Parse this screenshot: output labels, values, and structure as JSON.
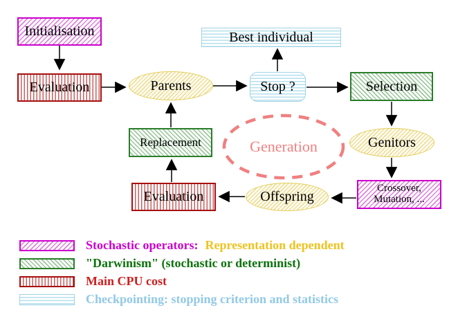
{
  "nodes": {
    "initialisation": "Initialisation",
    "evaluation_top": "Evaluation",
    "parents": "Parents",
    "best_individual": "Best individual",
    "stop": "Stop ?",
    "selection": "Selection",
    "replacement": "Replacement",
    "generation": "Generation",
    "genitors": "Genitors",
    "crossover_line1": "Crossover,",
    "crossover_line2": "Mutation, ...",
    "offspring": "Offspring",
    "evaluation_bottom": "Evaluation"
  },
  "legend": {
    "stochastic_label": "Stochastic operators:",
    "stochastic_detail": "Representation dependent",
    "darwinism_label": "\"Darwinism\" (stochastic or determinist)",
    "cpu_label": "Main CPU cost",
    "checkpoint_label": "Checkpointing: stopping criterion and statistics"
  },
  "colors": {
    "magenta": "#cc00cc",
    "magenta_hatch": "#dd82dd",
    "green_border": "#2a7d2a",
    "green_hatch": "#9cc79c",
    "red_border": "#a80f0f",
    "red_stripe": "#c96060",
    "cyan_border": "#9fd2e4",
    "cyan_stripe": "#b5dfee",
    "yellow_border": "#e2ce58",
    "yellow_hatch": "#eede9e",
    "salmon": "#f08080",
    "gold_text": "#eec31e",
    "green_text": "#0c720c",
    "red_text": "#cc2020",
    "cyan_text": "#92c9e6",
    "arrow": "#000000"
  }
}
